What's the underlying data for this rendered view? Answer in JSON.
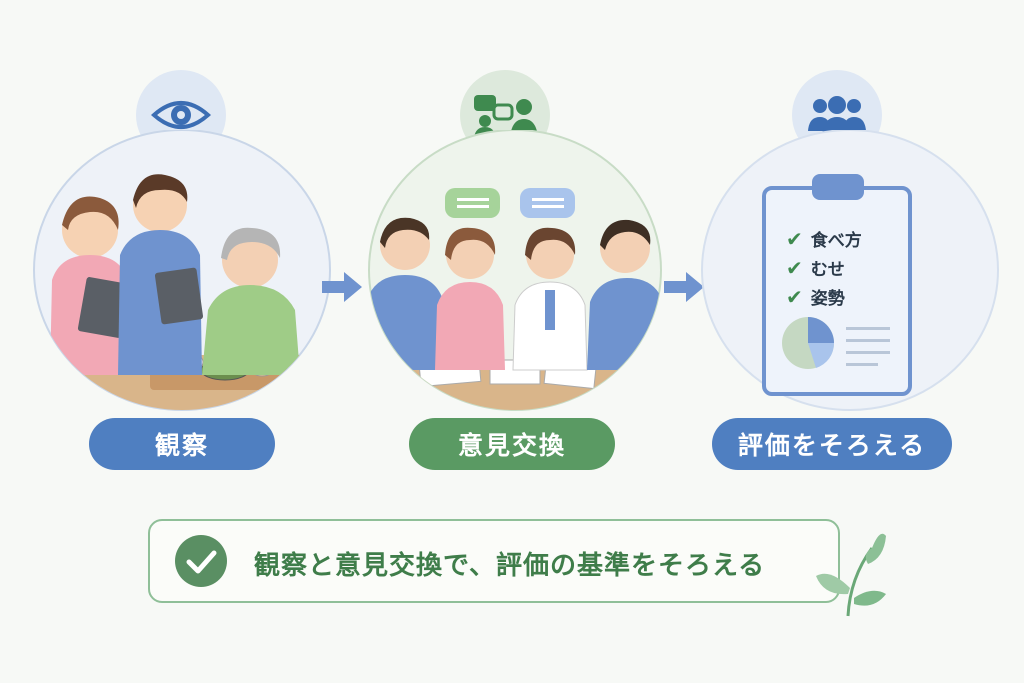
{
  "steps": [
    {
      "label": "観察",
      "color": "#4f7fc1",
      "icon": "eye-icon"
    },
    {
      "label": "意見交換",
      "color": "#5a9a63",
      "icon": "conversation-icon"
    },
    {
      "label": "評価をそろえる",
      "color": "#4f7fc1",
      "icon": "group-icon"
    }
  ],
  "checklist": [
    "食べ方",
    "むせ",
    "姿勢"
  ],
  "summary": {
    "text": "観察と意見交換で、評価の基準をそろえる",
    "accent": "#3f7d4a"
  },
  "colors": {
    "blue": "#4f7fc1",
    "green": "#5a9a63",
    "check": "#3f8a4f"
  }
}
